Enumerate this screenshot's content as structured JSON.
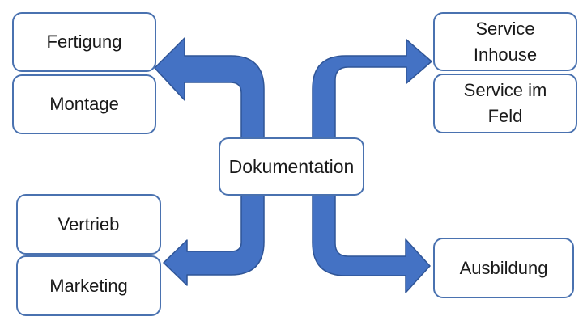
{
  "diagram": {
    "center": {
      "label": "Dokumentation"
    },
    "nodes": {
      "fertigung": {
        "label": "Fertigung"
      },
      "montage": {
        "label": "Montage"
      },
      "vertrieb": {
        "label": "Vertrieb"
      },
      "marketing": {
        "label": "Marketing"
      },
      "service_inhouse": {
        "label": "Service Inhouse"
      },
      "service_feld": {
        "label": "Service im Feld"
      },
      "ausbildung": {
        "label": "Ausbildung"
      }
    },
    "colors": {
      "arrow_fill": "#4472c4",
      "arrow_stroke": "#2f5597",
      "box_border": "#4a72b0",
      "box_fill": "#ffffff",
      "text": "#1a1a1a"
    }
  }
}
